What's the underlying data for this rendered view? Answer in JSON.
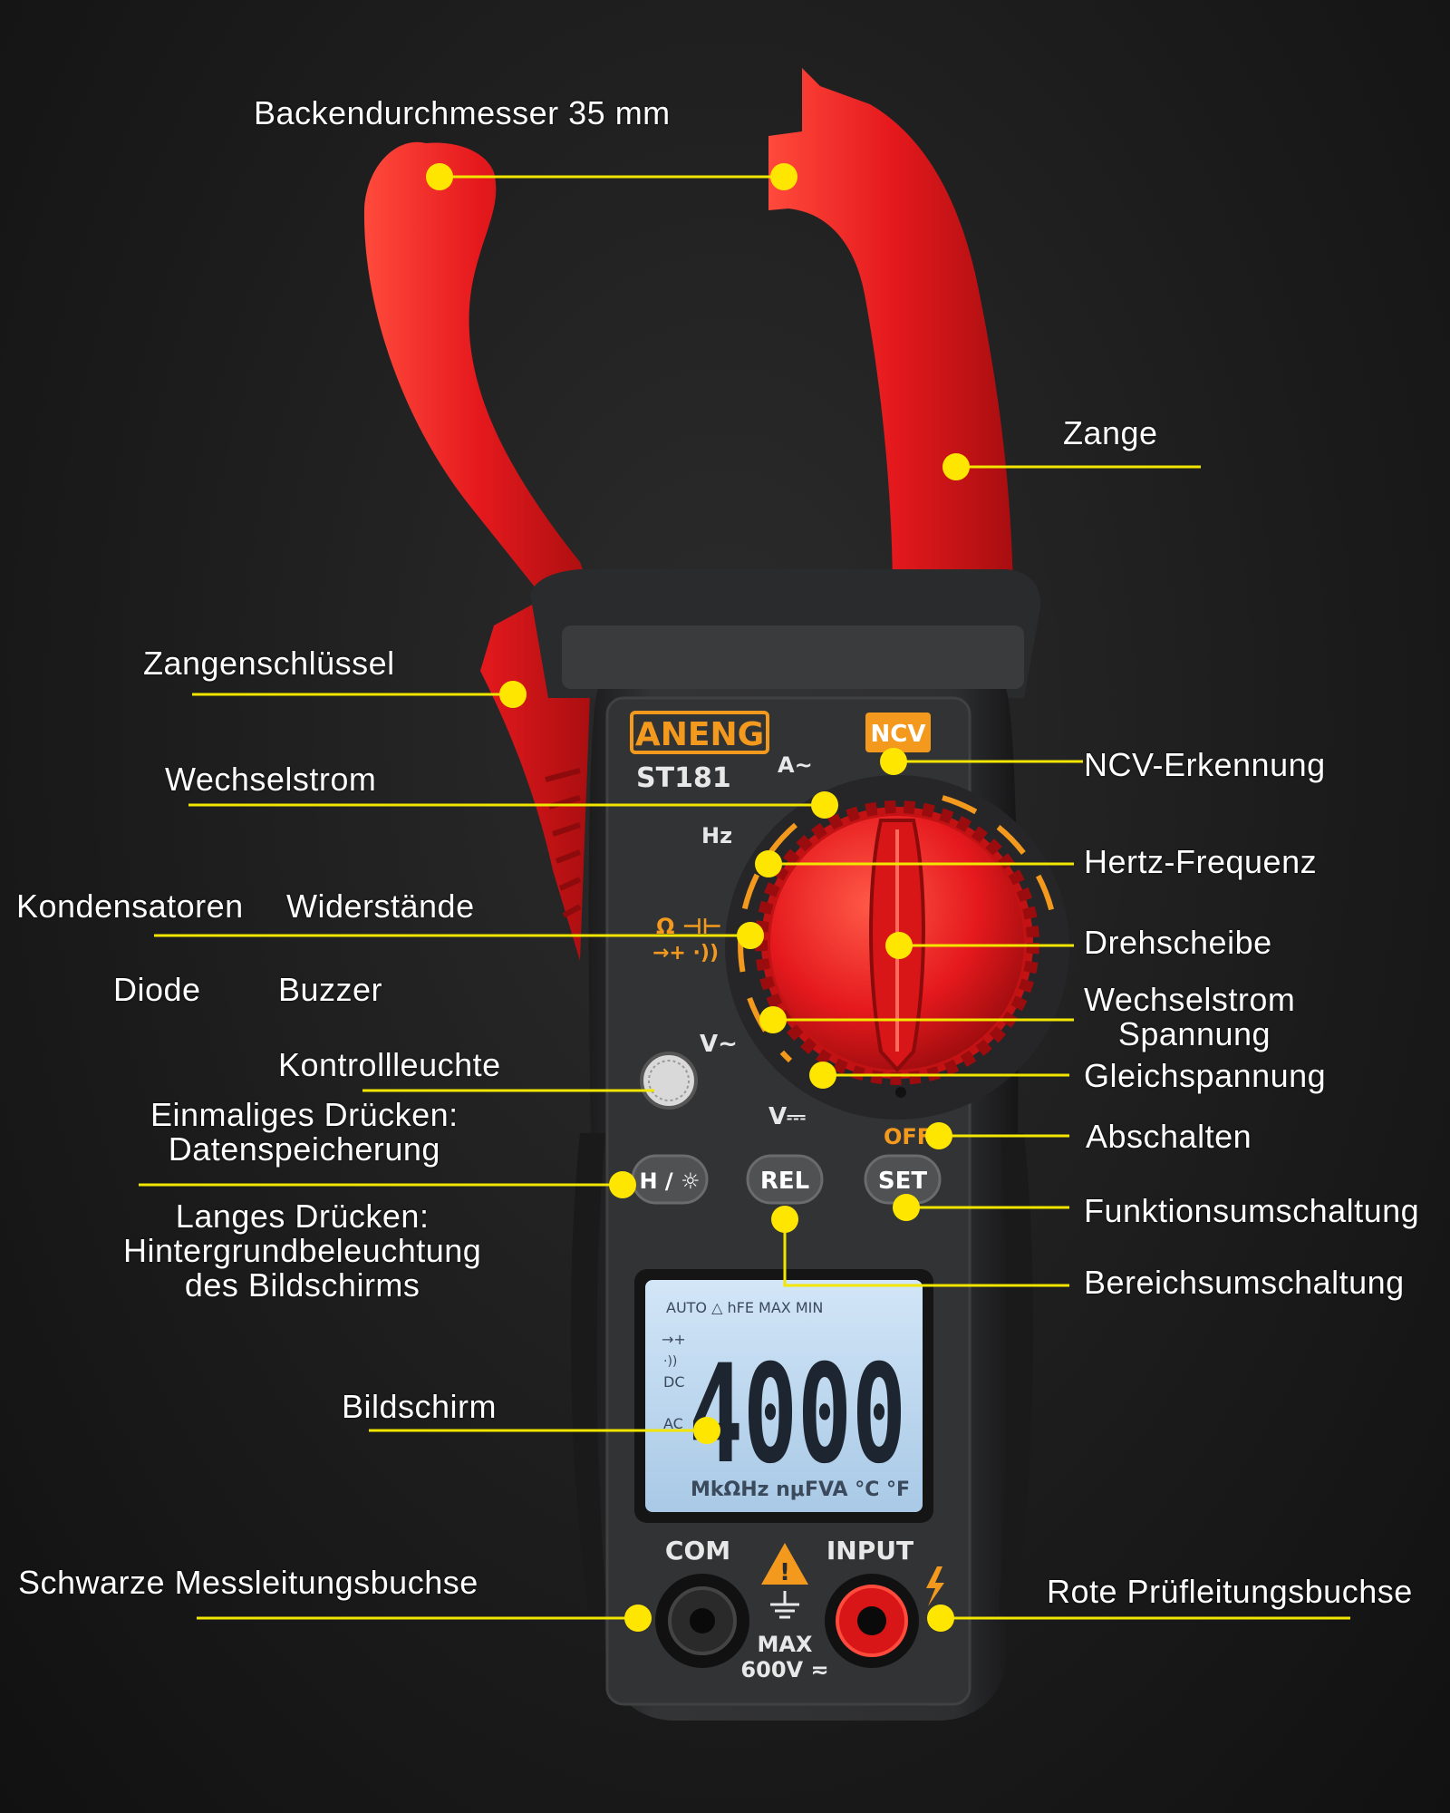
{
  "colors": {
    "background": "#1e1e1e",
    "leader_line": "#f2e600",
    "callout_dot": "#ffe600",
    "clamp_red": "#e5191d",
    "body_dark": "#2a2b2d",
    "brand_orange": "#f39a1e",
    "lcd_blue": "#bcd7ee"
  },
  "device": {
    "brand": "ANENG",
    "model": "ST181",
    "ncv_badge": "NCV",
    "dial_marks": {
      "a_ac": "A~",
      "hz": "Hz",
      "ohm_cap": "Ω ⊣⊢",
      "diode_buzzer": "→+ ·))",
      "v_ac": "V~",
      "v_dc": "V⎓",
      "off": "OFF"
    },
    "buttons": {
      "hold_backlight": "H / ☼",
      "rel": "REL",
      "set": "SET"
    },
    "display": {
      "reading": "4000",
      "top_indicators": "AUTO △ hFE MAX MIN",
      "left_indicators": [
        "→+",
        "·))",
        "DC",
        "AC"
      ],
      "units": "MkΩHz nμFVA °C °F"
    },
    "jacks": {
      "com_label": "COM",
      "input_label": "INPUT",
      "max_label": "MAX",
      "rating_label": "600V ≂"
    }
  },
  "labels": {
    "jaw_diameter": "Backendurchmesser 35 mm",
    "clamp": "Zange",
    "clamp_trigger": "Zangenschlüssel",
    "ncv": "NCV-Erkennung",
    "ac_current": "Wechselstrom",
    "hertz": "Hertz-Frequenz",
    "capacitors": "Kondensatoren",
    "resistors": "Widerstände",
    "dial": "Drehscheibe",
    "diode": "Diode",
    "buzzer": "Buzzer",
    "ac_voltage": "Wechselstrom\n Spannung",
    "indicator_light": "Kontrollleuchte",
    "dc_voltage": "Gleichspannung",
    "short_press": "Einmaliges Drücken:\nDatenspeicherung",
    "power_off": "Abschalten",
    "function_switch": "Funktionsumschaltung",
    "long_press": "Langes Drücken:\nHintergrundbeleuchtung\ndes Bildschirms",
    "range_switch": "Bereichsumschaltung",
    "screen": "Bildschirm",
    "black_lead_jack": "Schwarze Messleitungsbuchse",
    "red_lead_jack": "Rote Prüfleitungsbuchse"
  }
}
